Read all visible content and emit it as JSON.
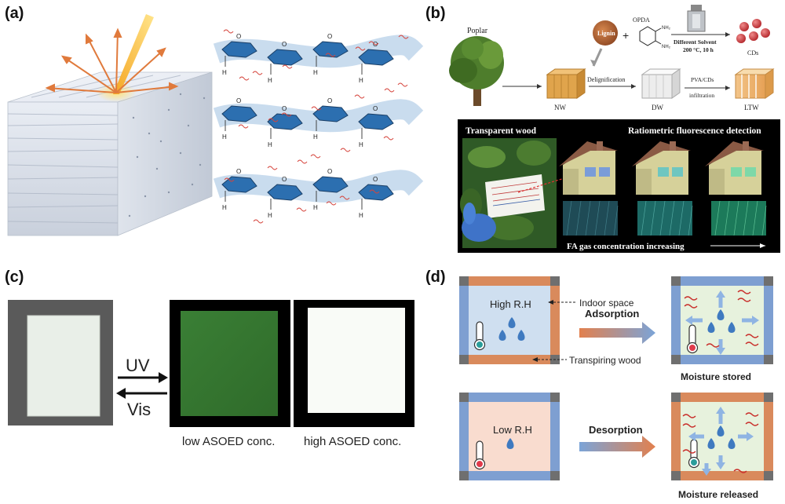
{
  "panels": {
    "a": {
      "label": "(a)"
    },
    "b": {
      "label": "(b)",
      "poplar": "Poplar",
      "lignin": "Lignin",
      "opda": "OPDA",
      "nh2_top": "NH₂",
      "nh2_bottom": "NH₂",
      "plus": "+",
      "solvent_line1": "Different Solvent",
      "solvent_line2": "200 °C, 10 h",
      "cds": "CDs",
      "nw": "NW",
      "delignification": "Delignification",
      "dw": "DW",
      "infiltration_line1": "PVA/CDs",
      "infiltration_line2": "infiltration",
      "ltw": "LTW",
      "transparent_wood": "Transparent wood",
      "ratiometric": "Ratiometric fluorescence detection",
      "fa_gas": "FA gas concentration increasing"
    },
    "c": {
      "label": "(c)",
      "uv": "UV",
      "vis": "Vis",
      "low": "low ASOED conc.",
      "high": "high ASOED conc."
    },
    "d": {
      "label": "(d)",
      "high_rh": "High R.H",
      "indoor_space": "Indoor space",
      "transpiring_wood": "Transpiring wood",
      "adsorption": "Adsorption",
      "moisture_stored": "Moisture stored",
      "low_rh": "Low R.H",
      "desorption": "Desorption",
      "moisture_released": "Moisture released"
    }
  },
  "colors": {
    "wood_orange": "#d98a5c",
    "wood_blue": "#7e9fd1",
    "corner_gray": "#6f6f6f",
    "room_blue": "#cfdff0",
    "room_pink": "#f9dccf",
    "room_green": "#e7f2dd",
    "drop_blue": "#3f7ac0",
    "glow_green": "#3f8c3a",
    "cellulose_blue": "#2c6fb0"
  }
}
